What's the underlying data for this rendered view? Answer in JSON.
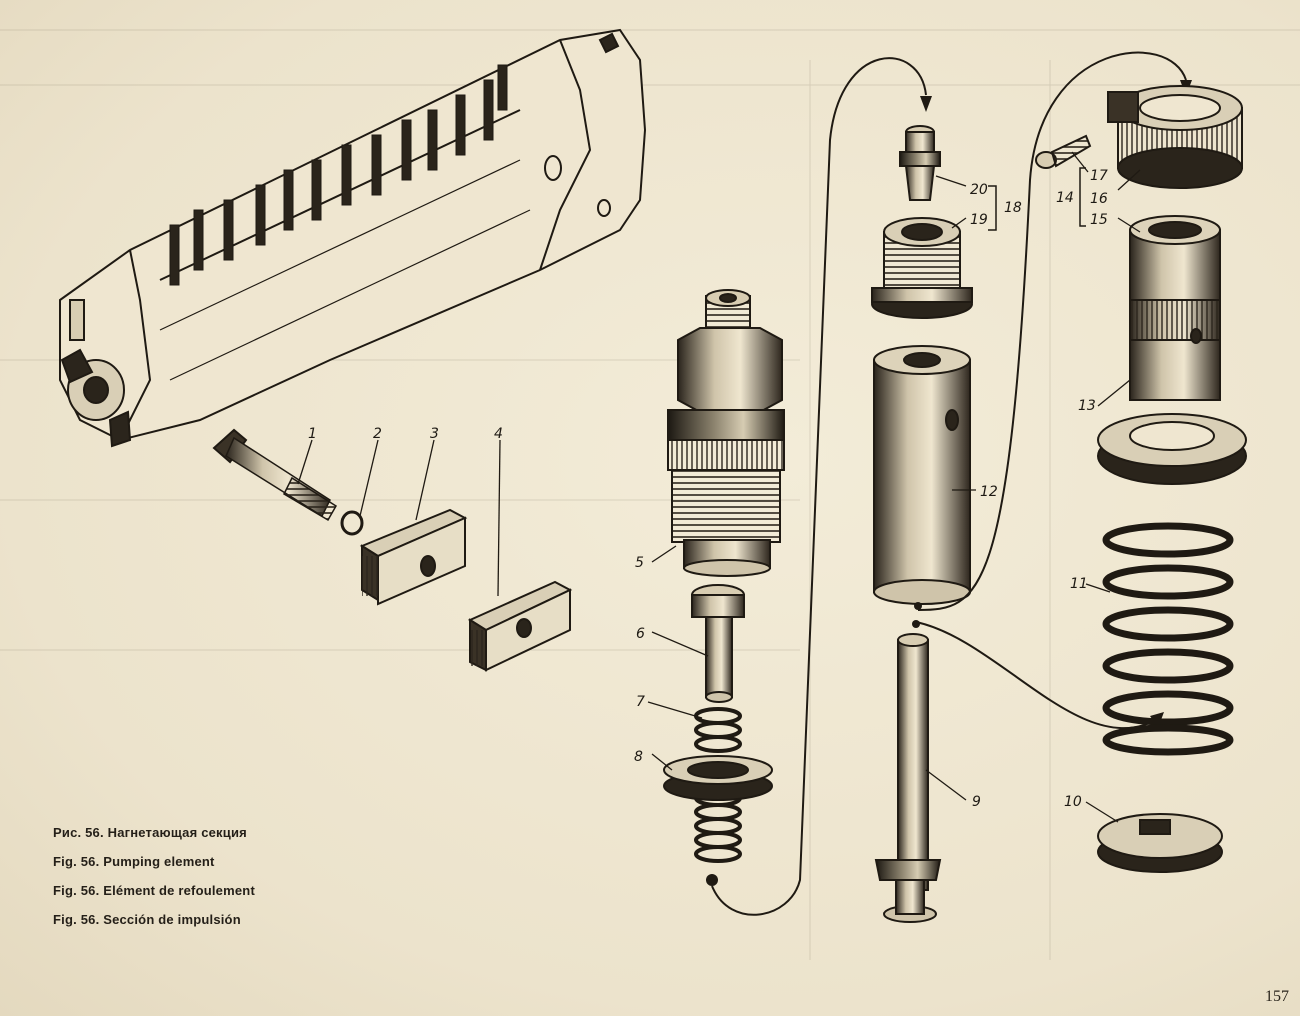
{
  "captions": {
    "ru": "Рис. 56. Нагнетающая секция",
    "en": "Fig. 56. Pumping element",
    "fr": "Fig. 56. Elément de refoulement",
    "es": "Fig. 56. Sección de impulsión"
  },
  "part_labels": {
    "p1": "1",
    "p2": "2",
    "p3": "3",
    "p4": "4",
    "p5": "5",
    "p6": "6",
    "p7": "7",
    "p8": "8",
    "p9": "9",
    "p10": "10",
    "p11": "11",
    "p12": "12",
    "p13": "13",
    "p14": "14",
    "p15": "15",
    "p16": "16",
    "p17": "17",
    "p18": "18",
    "p19": "19",
    "p20": "20"
  },
  "page_number": "157"
}
